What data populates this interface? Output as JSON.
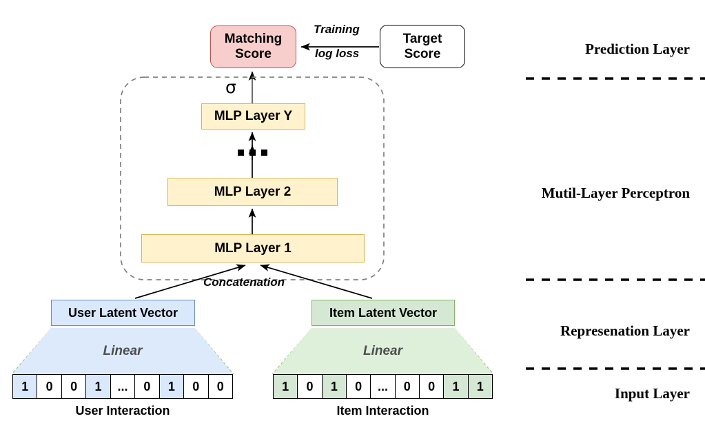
{
  "diagram": {
    "title": "Neural Collaborative Filtering / Deep Matching Architecture",
    "colors": {
      "matching_score_fill": "#f8cecc",
      "matching_score_stroke": "#b85450",
      "mlp_fill": "#fff2cc",
      "mlp_stroke": "#d6b656",
      "user_fill": "#dae8fc",
      "user_stroke": "#6c8ebf",
      "item_fill": "#d5e8d4",
      "item_stroke": "#82b366",
      "target_fill": "#ffffff",
      "target_stroke": "#000000",
      "background": "#ffffff"
    }
  },
  "prediction": {
    "matching_score": "Matching\nScore",
    "matching_score_line1": "Matching",
    "matching_score_line2": "Score",
    "target_score_line1": "Target",
    "target_score_line2": "Score",
    "loss_label_line1": "Training",
    "loss_label_line2": "log loss",
    "activation_symbol": "σ"
  },
  "mlp": {
    "layer_y": "MLP Layer Y",
    "layer_2": "MLP Layer 2",
    "layer_1": "MLP Layer 1",
    "ellipsis_dots": 3,
    "concatenation_label": "Concatenation"
  },
  "representation": {
    "user_latent": "User Latent Vector",
    "item_latent": "Item Latent Vector",
    "user_transform": "Linear",
    "item_transform": "Linear"
  },
  "input": {
    "user_caption": "User Interaction",
    "item_caption": "Item Interaction",
    "user_bits": [
      "1",
      "0",
      "0",
      "1",
      "...",
      "0",
      "1",
      "0",
      "0"
    ],
    "user_bits_on": [
      true,
      false,
      false,
      true,
      false,
      false,
      true,
      false,
      false
    ],
    "item_bits": [
      "1",
      "0",
      "1",
      "0",
      "...",
      "0",
      "0",
      "1",
      "1"
    ],
    "item_bits_on": [
      true,
      false,
      true,
      false,
      false,
      false,
      false,
      true,
      true
    ]
  },
  "section_labels": {
    "prediction": "Prediction Layer",
    "mlp": "Mutil-Layer Perceptron",
    "representation": "Represenation Layer",
    "input": "Input Layer"
  }
}
